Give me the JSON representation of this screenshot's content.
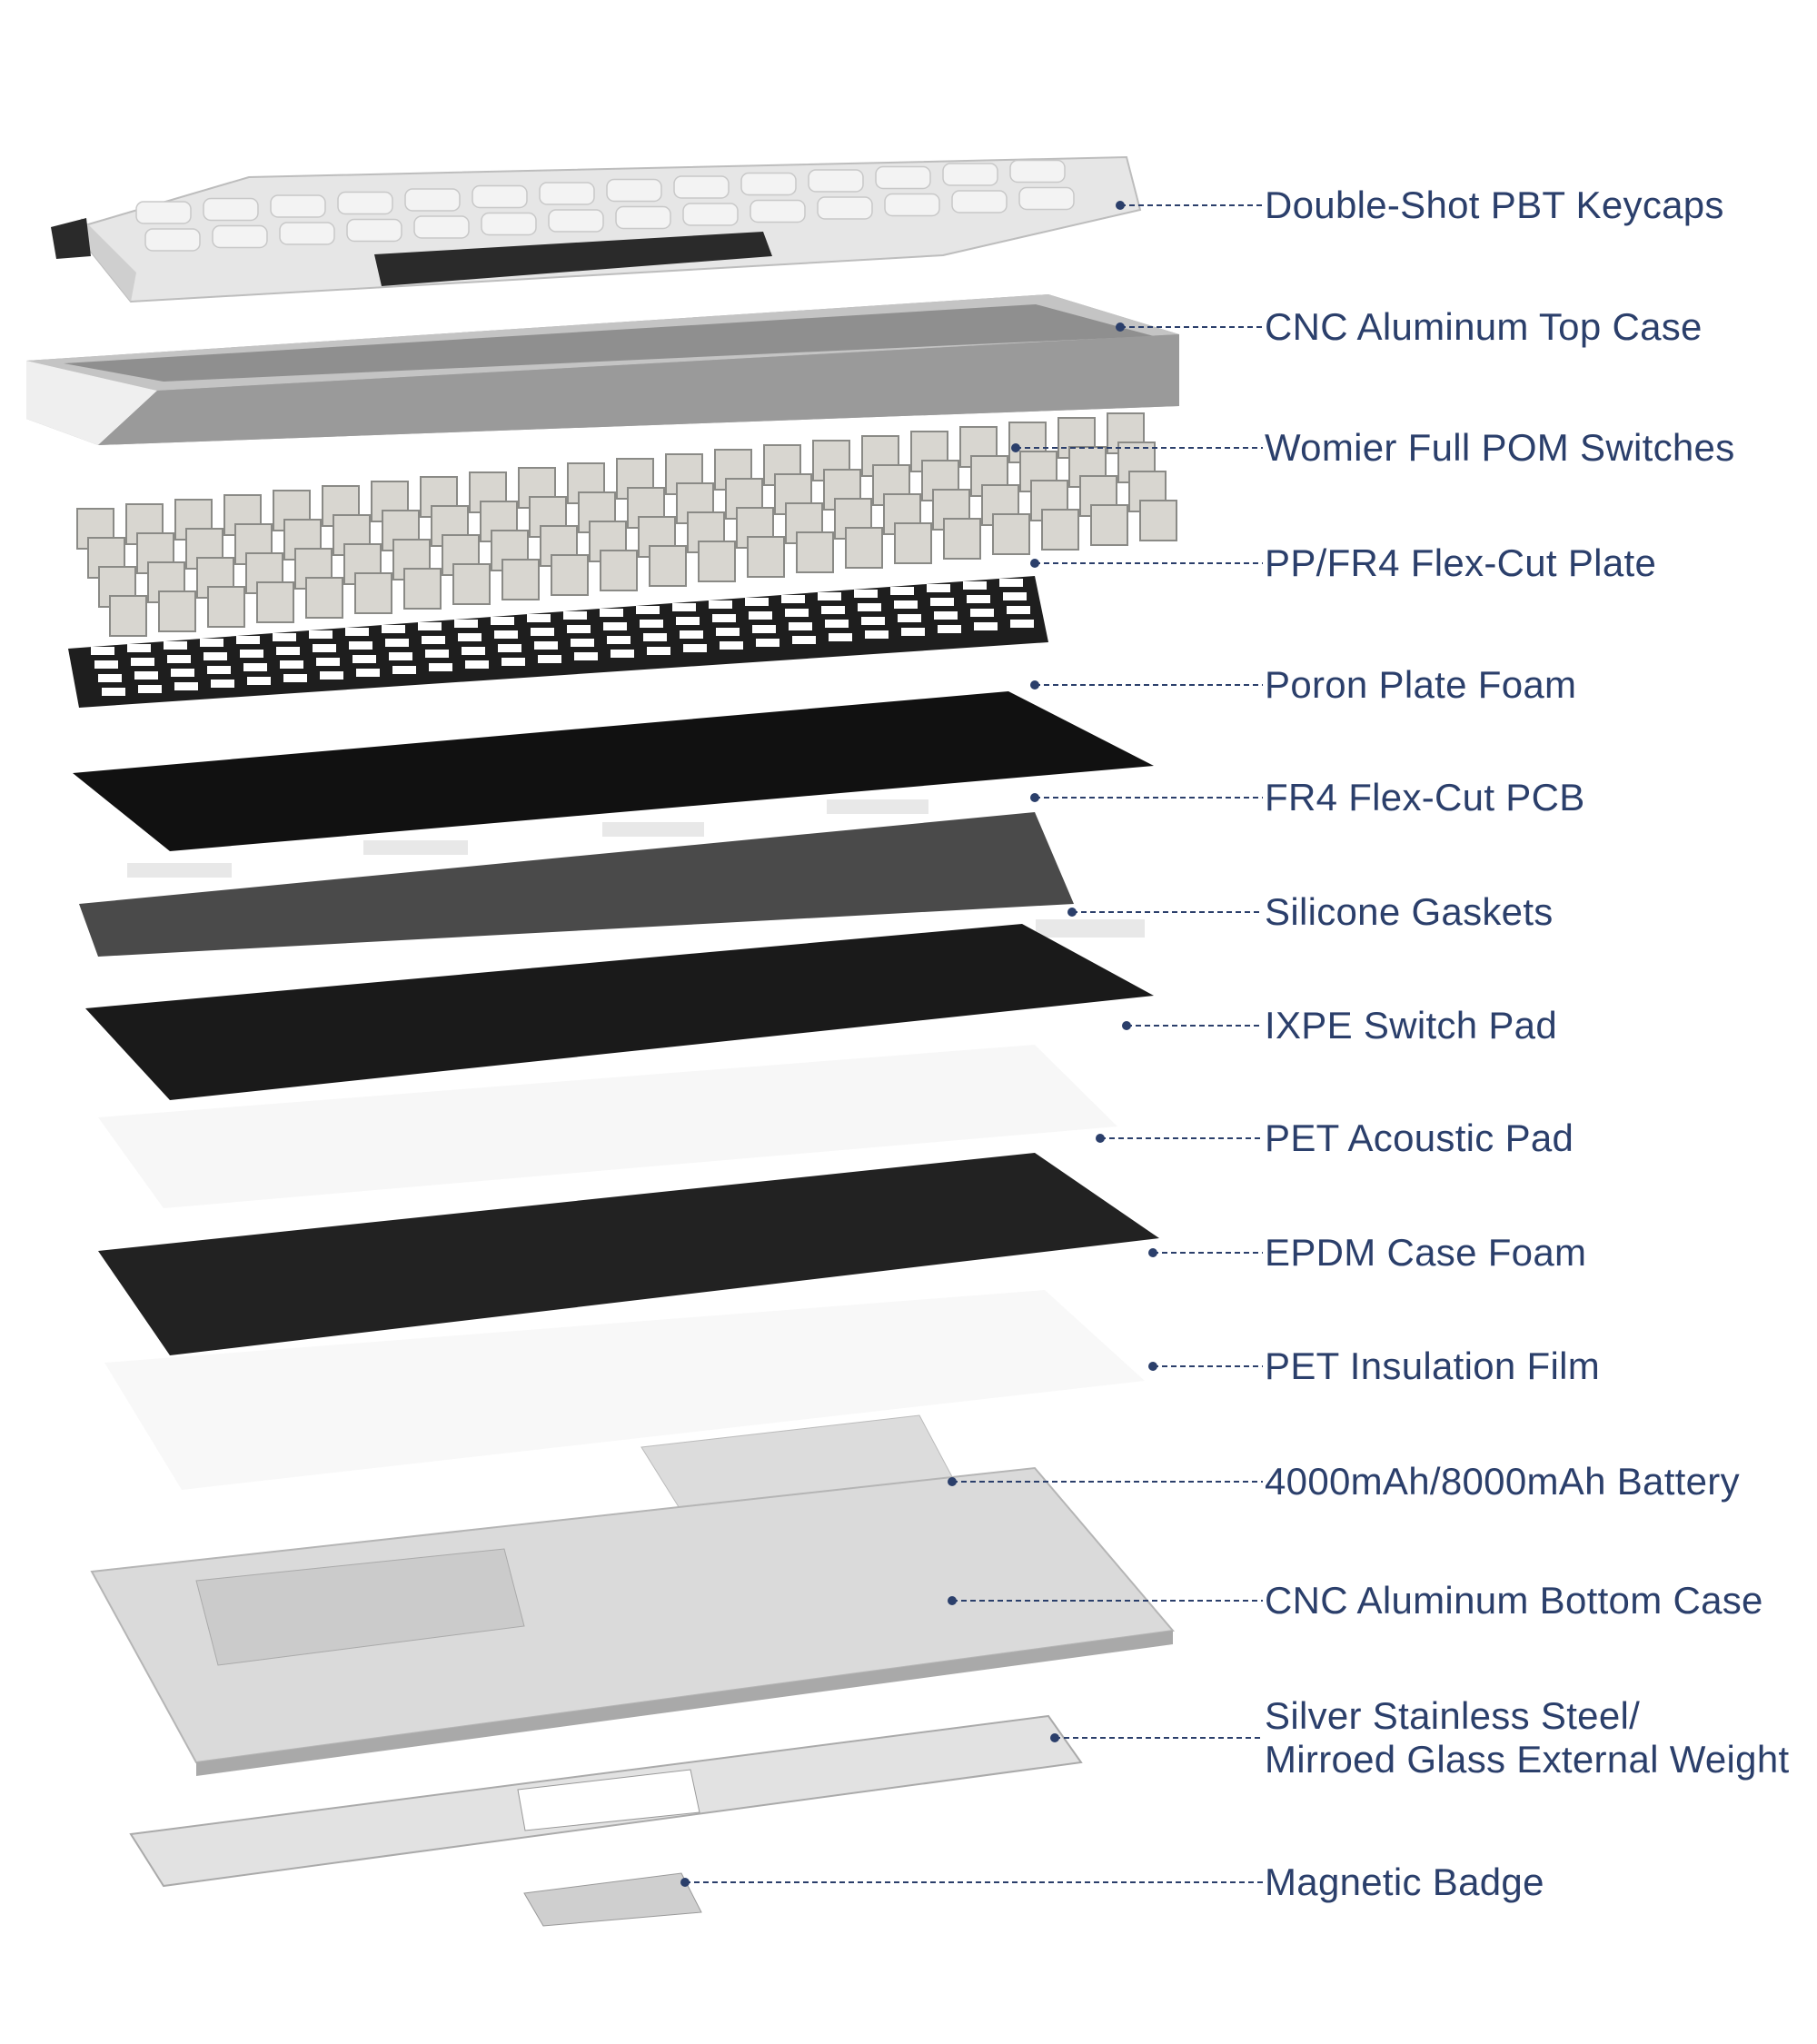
{
  "title_color": "#2b3f6b",
  "callouts": [
    {
      "label": "Double-Shot PBT Keycaps"
    },
    {
      "label": "CNC Aluminum Top Case"
    },
    {
      "label": "Womier Full POM Switches"
    },
    {
      "label": "PP/FR4 Flex-Cut Plate"
    },
    {
      "label": "Poron Plate Foam"
    },
    {
      "label": "FR4 Flex-Cut PCB"
    },
    {
      "label": "Silicone Gaskets"
    },
    {
      "label": "IXPE Switch Pad"
    },
    {
      "label": "PET Acoustic Pad"
    },
    {
      "label": "EPDM Case Foam"
    },
    {
      "label": "PET Insulation Film"
    },
    {
      "label": "4000mAh/8000mAh Battery"
    },
    {
      "label": "CNC Aluminum Bottom Case"
    },
    {
      "label": "Silver Stainless Steel/",
      "label2": "Mirroed Glass External Weight"
    },
    {
      "label": "Magnetic Badge"
    }
  ]
}
